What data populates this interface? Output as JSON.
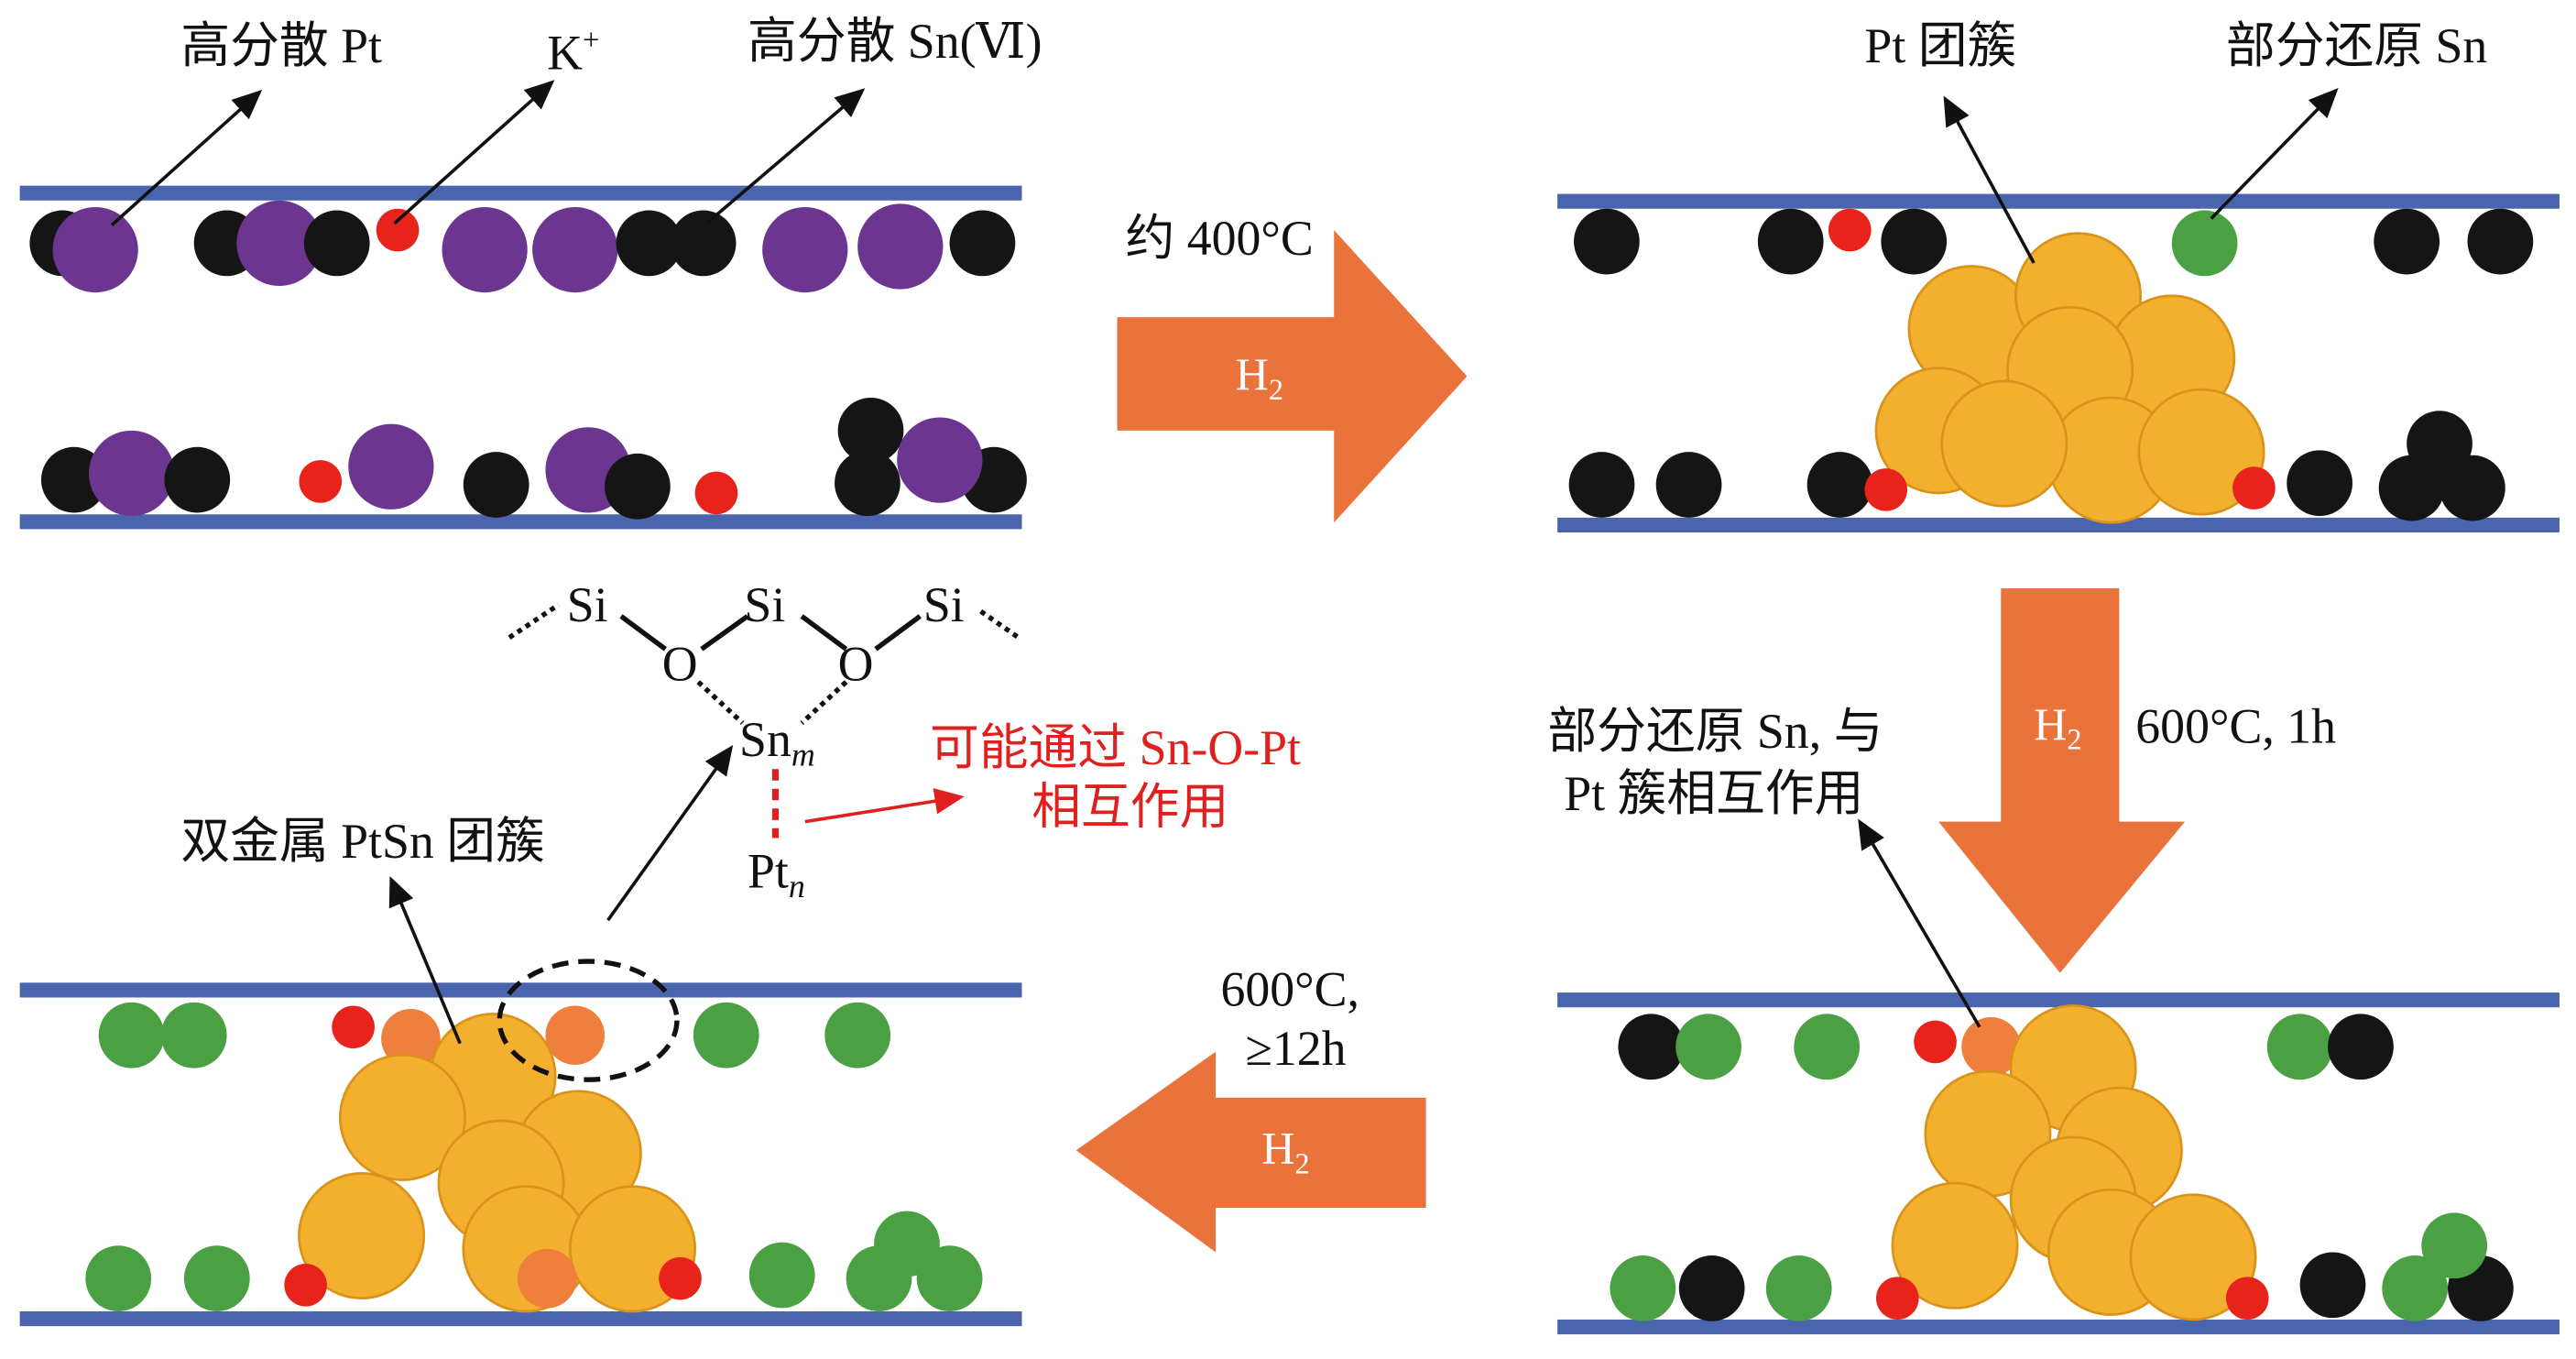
{
  "colors": {
    "bar": "#4a64ae",
    "pt": "#6c3590",
    "black": "#151515",
    "k": "#e8231c",
    "sn_green": "#4aa043",
    "cluster": "#f3b02f",
    "cluster_edge": "#d9921a",
    "arrow": "#e9733a",
    "ptsn": "#ee7f3c",
    "red_text": "#e0201e"
  },
  "panel1": {
    "label_pt": "高分散 Pt",
    "label_k": "K",
    "label_k_sup": "+",
    "label_sn": "高分散 Sn(Ⅵ)"
  },
  "arrow1": {
    "condition": "约 400°C",
    "gas": "H",
    "gas_sub": "2"
  },
  "panel2": {
    "label_cluster": "Pt 团簇",
    "label_sn": "部分还原 Sn"
  },
  "arrow2": {
    "gas": "H",
    "gas_sub": "2",
    "condition": "600°C, 1h"
  },
  "panel3": {
    "label_line1": "部分还原 Sn, 与",
    "label_line2": "Pt 簇相互作用"
  },
  "arrow3": {
    "condition_line1": "600°C,",
    "condition_line2": "≥12h",
    "gas": "H",
    "gas_sub": "2"
  },
  "panel4": {
    "label_cluster": "双金属 PtSn 团簇"
  },
  "structure": {
    "si": "Si",
    "o": "O",
    "sn": "Sn",
    "sn_sub": "m",
    "pt": "Pt",
    "pt_sub": "n",
    "note_line1": "可能通过 Sn-O-Pt",
    "note_line2": "相互作用"
  }
}
